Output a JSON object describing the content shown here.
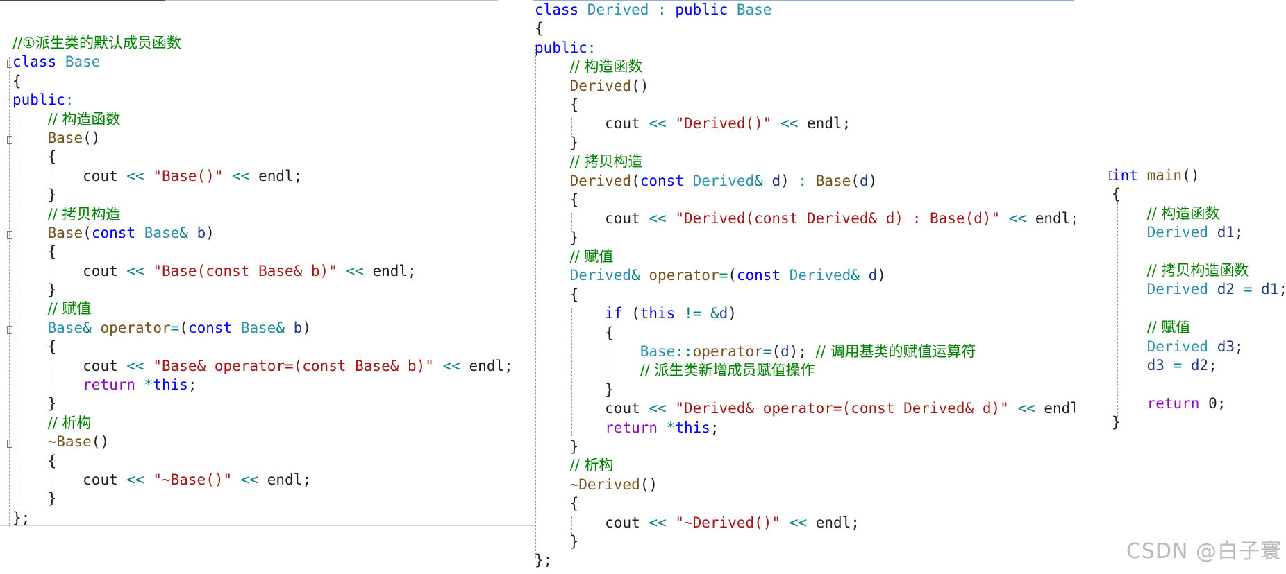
{
  "left_panel": {
    "lines": [
      "//①派生类的默认成员函数",
      "class Base",
      "{",
      "public:",
      "    // 构造函数",
      "    Base()",
      "    {",
      "        cout << \"Base()\" << endl;",
      "    }",
      "    // 拷贝构造",
      "    Base(const Base& b)",
      "    {",
      "        cout << \"Base(const Base& b)\" << endl;",
      "    }",
      "    // 赋值",
      "    Base& operator=(const Base& b)",
      "    {",
      "        cout << \"Base& operator=(const Base& b)\" << endl;",
      "        return *this;",
      "    }",
      "    // 析构",
      "    ~Base()",
      "    {",
      "        cout << \"~Base()\" << endl;",
      "    }",
      "};"
    ]
  },
  "middle_panel": {
    "lines": [
      "class Derived : public Base",
      "{",
      "public:",
      "    // 构造函数",
      "    Derived()",
      "    {",
      "        cout << \"Derived()\" << endl;",
      "    }",
      "    // 拷贝构造",
      "    Derived(const Derived& d) : Base(d)",
      "    {",
      "        cout << \"Derived(const Derived& d) : Base(d)\" << endl;",
      "    }",
      "    // 赋值",
      "    Derived& operator=(const Derived& d)",
      "    {",
      "        if (this != &d)",
      "        {",
      "            Base::operator=(d); // 调用基类的赋值运算符",
      "            // 派生类新增成员赋值操作",
      "        }",
      "        cout << \"Derived& operator=(const Derived& d)\" << endl;",
      "        return *this;",
      "    }",
      "    // 析构",
      "    ~Derived()",
      "    {",
      "        cout << \"~Derived()\" << endl;",
      "    }",
      "};"
    ]
  },
  "right_panel": {
    "lines": [
      "int main()",
      "{",
      "    // 构造函数",
      "    Derived d1;",
      "",
      "    // 拷贝构造函数",
      "    Derived d2 = d1;",
      "",
      "    // 赋值",
      "    Derived d3;",
      "    d3 = d2;",
      "",
      "    return 0;",
      "}"
    ]
  },
  "watermark": "CSDN @白子寰"
}
